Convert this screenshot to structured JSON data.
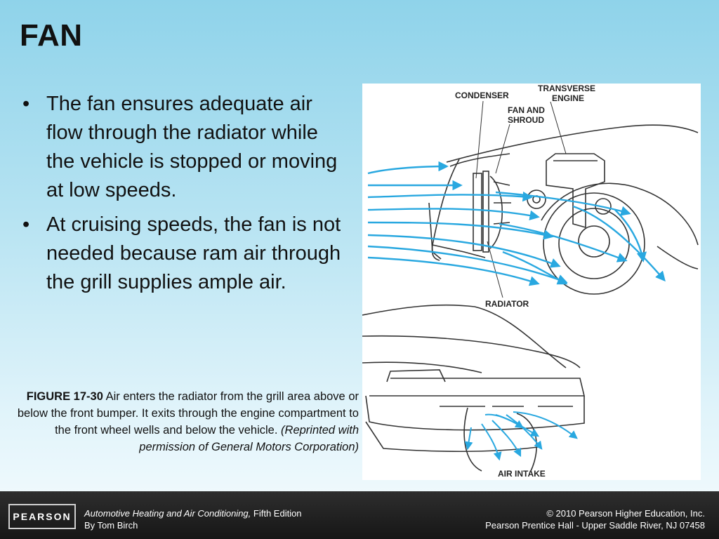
{
  "slide": {
    "title": "FAN",
    "bullets": [
      "The fan ensures adequate air flow through the radiator while the vehicle is stopped or moving at low speeds.",
      "At cruising speeds, the fan is not needed because ram air through the grill supplies ample air."
    ],
    "bullet_glyph": "•"
  },
  "caption": {
    "label": "FIGURE 17-30",
    "text": " Air enters the radiator from the grill area above or below the front bumper. It exits through the engine compartment to the front wheel wells and below the vehicle. ",
    "credit": "(Reprinted with permission of General Motors Corporation)"
  },
  "figure": {
    "labels": {
      "condenser": "CONDENSER",
      "transverse_1": "TRANSVERSE",
      "transverse_2": "ENGINE",
      "fan_1": "FAN AND",
      "fan_2": "SHROUD",
      "radiator": "RADIATOR",
      "air_intake": "AIR INTAKE"
    },
    "arrow_color": "#29a8e0"
  },
  "footer": {
    "logo": "PEARSON",
    "book_title": "Automotive Heating and Air Conditioning,",
    "edition": " Fifth Edition",
    "author": "By Tom Birch",
    "copyright": "© 2010 Pearson Higher Education, Inc.",
    "publisher": "Pearson Prentice Hall - Upper Saddle River, NJ 07458"
  },
  "colors": {
    "background_top": "#8fd3ea",
    "footer": "#1e1e1e"
  }
}
